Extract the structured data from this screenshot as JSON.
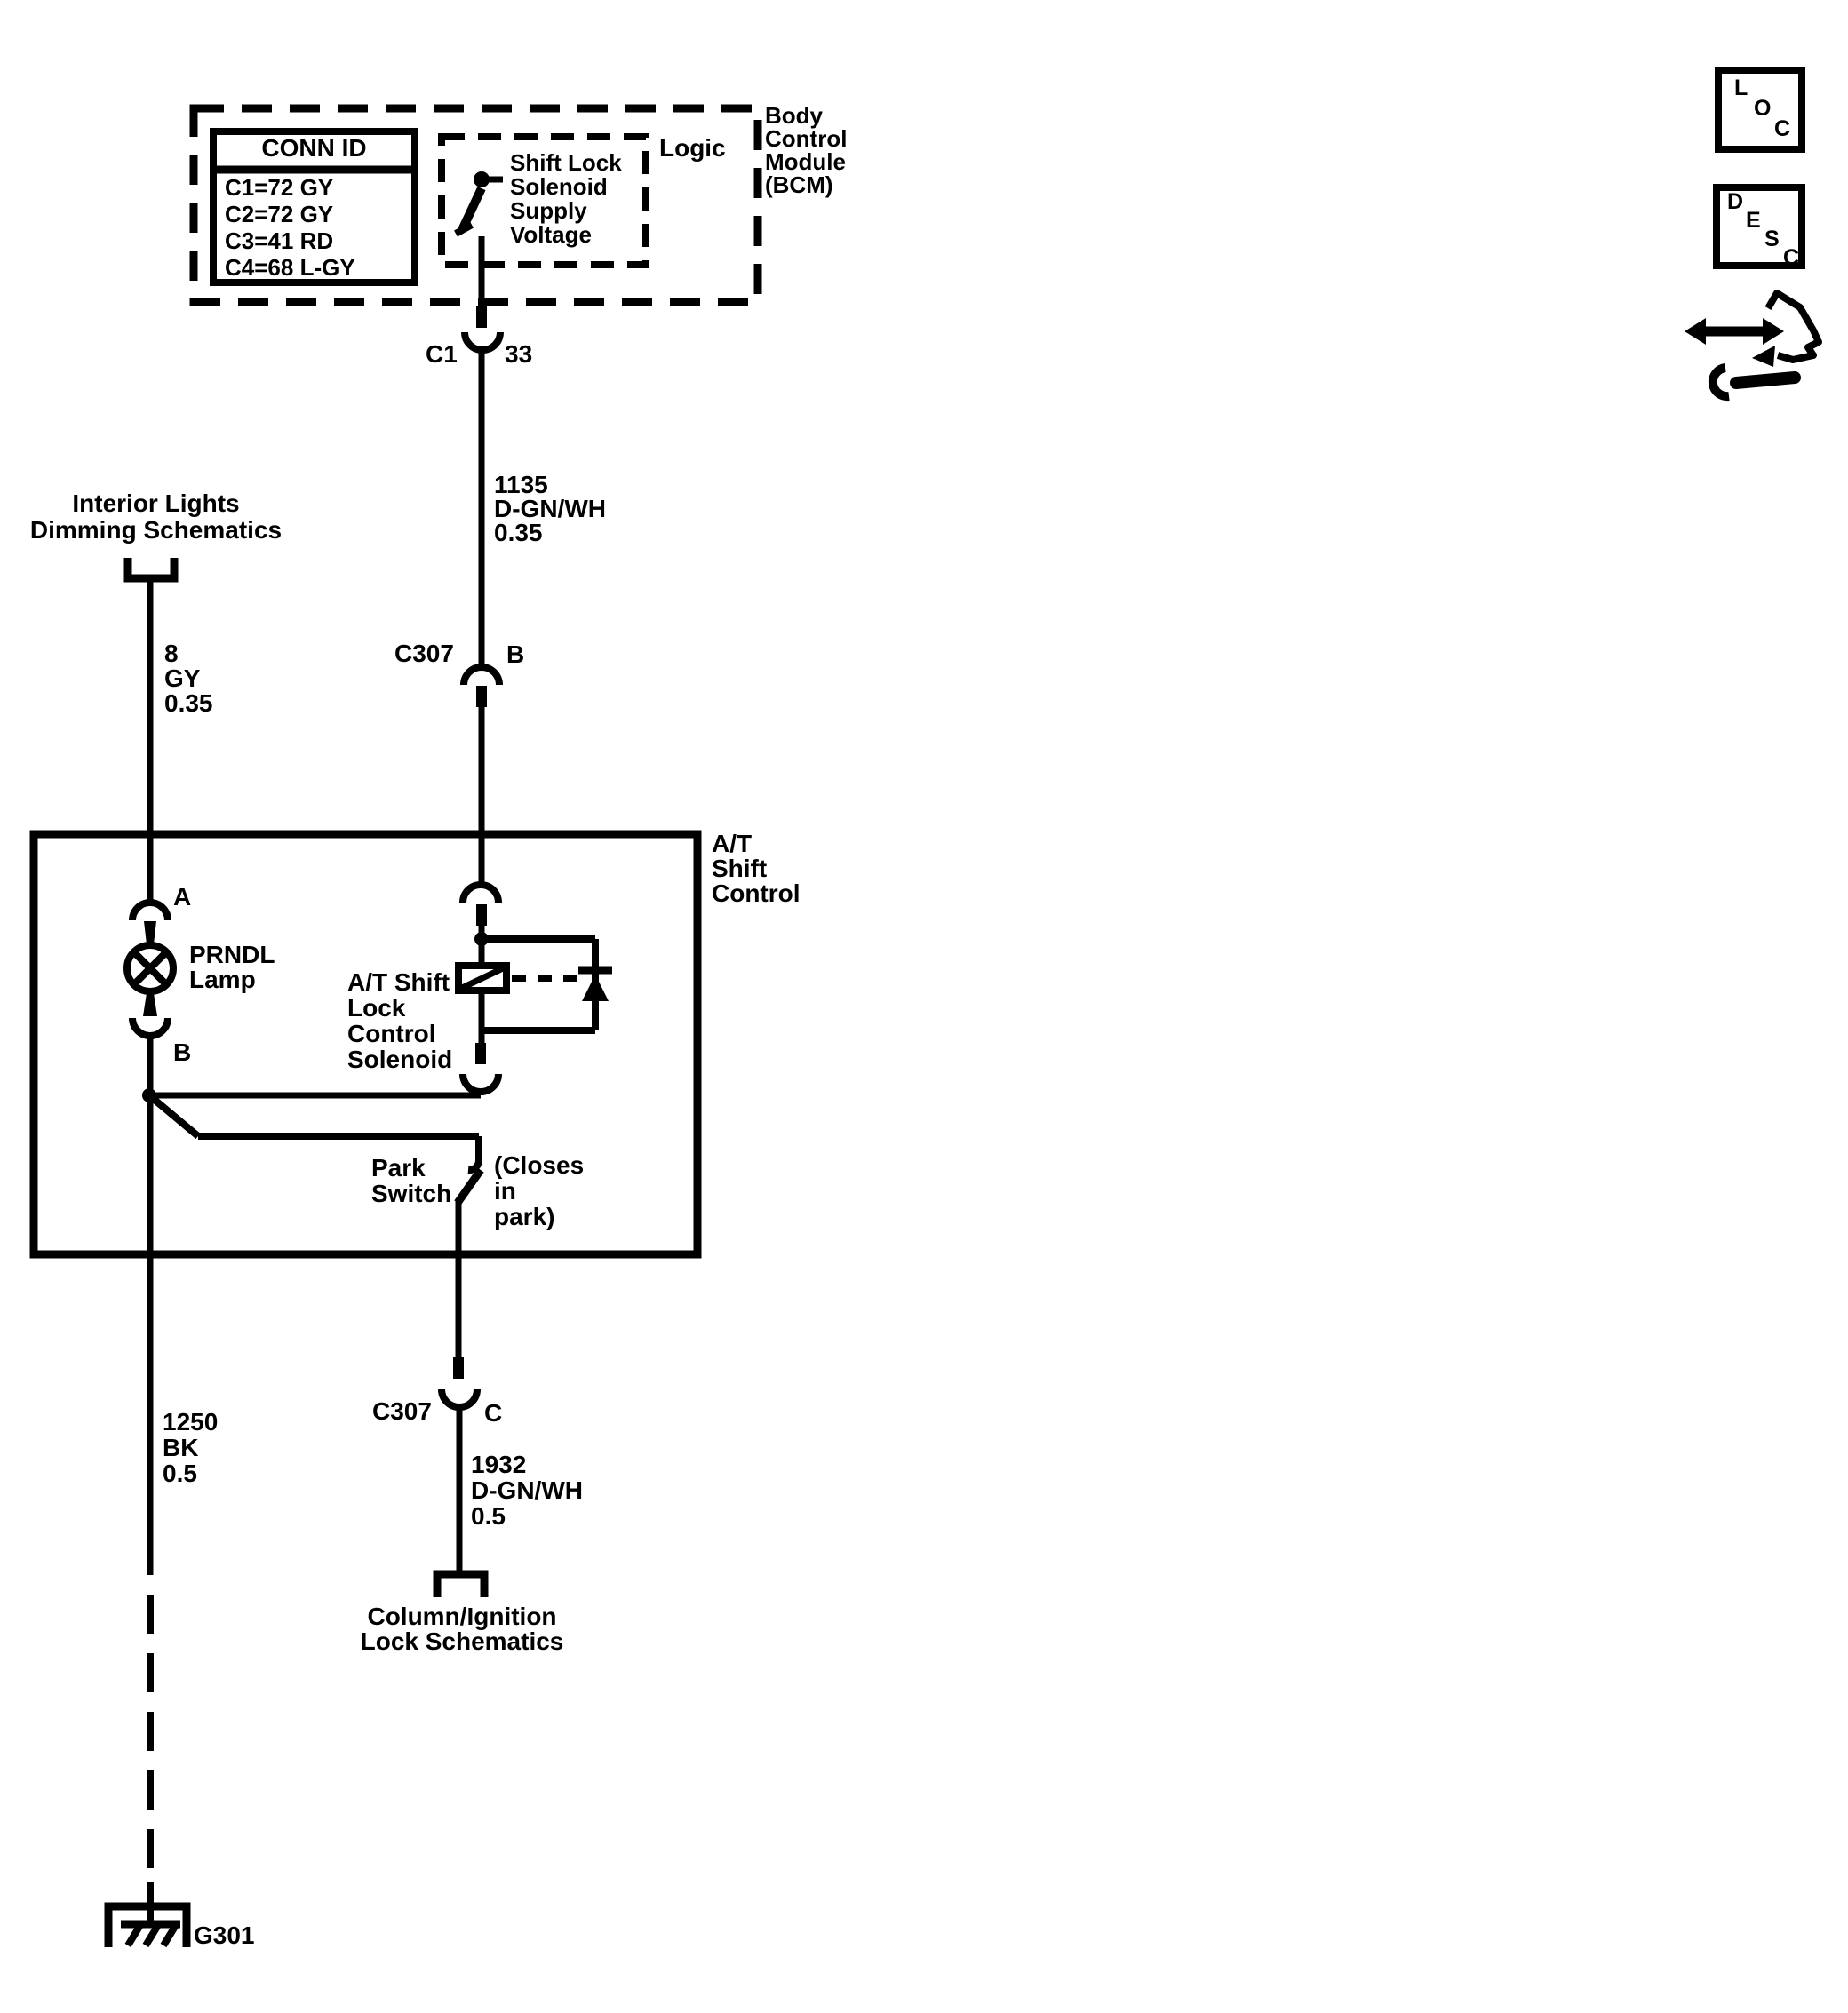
{
  "bcm": {
    "label": "Body\nControl\nModule\n(BCM)",
    "logic_label": "Logic"
  },
  "conn_table": {
    "header": "CONN ID",
    "rows": [
      "C1=72 GY",
      "C2=72 GY",
      "C3=41 RD",
      "C4=68 L-GY"
    ]
  },
  "logic_switch": {
    "label": "Shift Lock\nSolenoid\nSupply\nVoltage"
  },
  "connectors": {
    "c1": {
      "name": "C1",
      "pin": "33"
    },
    "c307_b": {
      "name": "C307",
      "pin": "B"
    },
    "c307_c": {
      "name": "C307",
      "pin": "C"
    }
  },
  "wires": {
    "w1135": "1135\nD-GN/WH\n0.35",
    "w8": "8\nGY\n0.35",
    "w1250": "1250\nBK\n0.5",
    "w1932": "1932\nD-GN/WH\n0.5"
  },
  "offpage": {
    "interior": "Interior Lights\nDimming Schematics",
    "column": "Column/Ignition\nLock Schematics"
  },
  "at_shift_box": {
    "label": "A/T\nShift\nControl"
  },
  "lamp": {
    "label": "PRNDL\nLamp",
    "pin_a": "A",
    "pin_b": "B"
  },
  "solenoid": {
    "label": "A/T Shift\nLock\nControl\nSolenoid"
  },
  "park_switch": {
    "label": "Park\nSwitch",
    "note": "(Closes\nin\npark)"
  },
  "ground": {
    "label": "G301"
  },
  "toolbar": {
    "loc": {
      "letters": [
        "L",
        "O",
        "C"
      ]
    },
    "desc": {
      "letters": [
        "D",
        "E",
        "S",
        "C"
      ]
    }
  },
  "colors": {
    "line": "#000000",
    "background": "#ffffff"
  }
}
